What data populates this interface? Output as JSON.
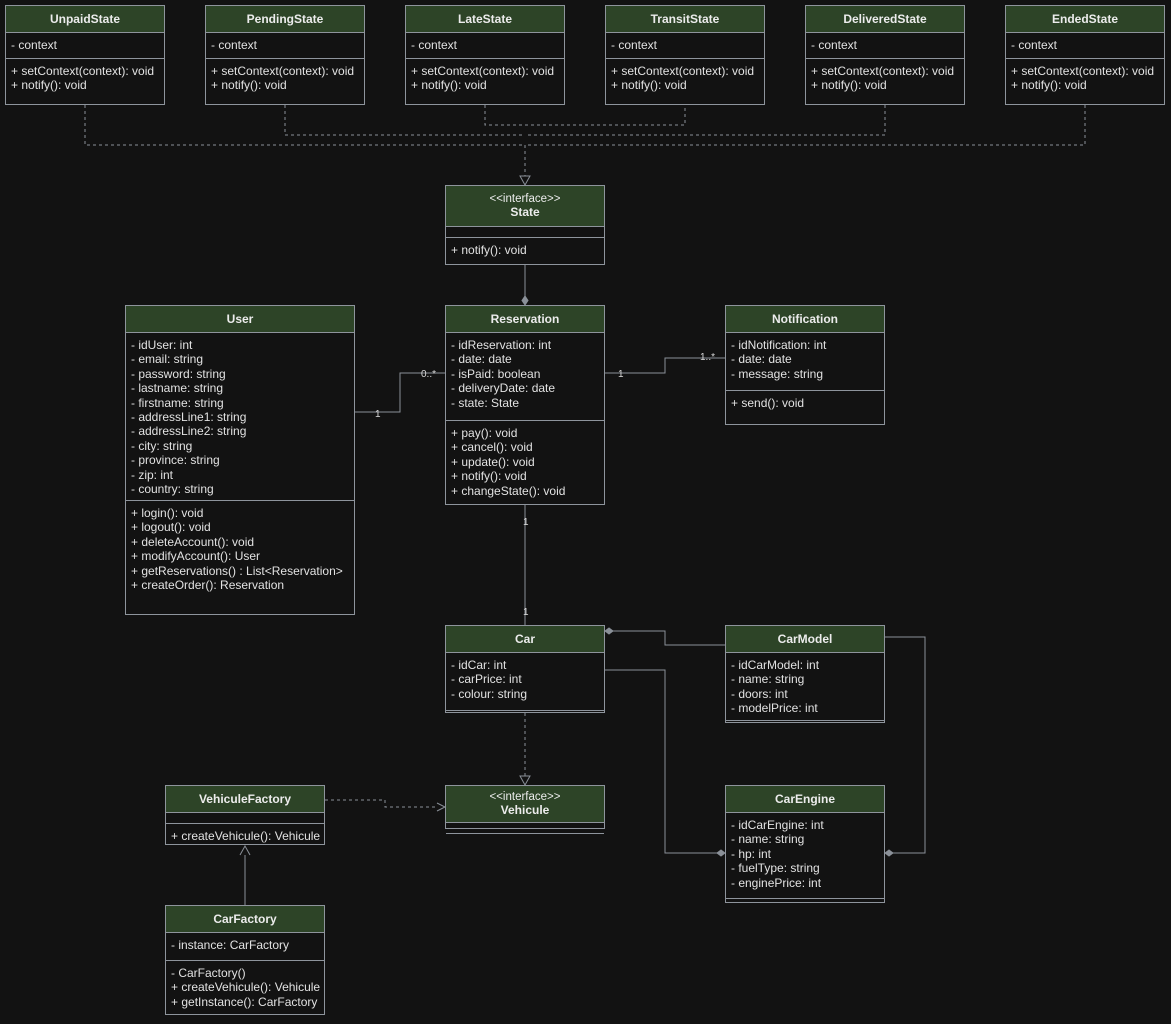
{
  "classes": {
    "unpaid": {
      "name": "UnpaidState",
      "attributes": [
        "- context"
      ],
      "methods": [
        "+ setContext(context): void",
        "+ notify(): void"
      ]
    },
    "pending": {
      "name": "PendingState",
      "attributes": [
        "- context"
      ],
      "methods": [
        "+ setContext(context): void",
        "+ notify(): void"
      ]
    },
    "late": {
      "name": "LateState",
      "attributes": [
        "- context"
      ],
      "methods": [
        "+ setContext(context): void",
        "+ notify(): void"
      ]
    },
    "transit": {
      "name": "TransitState",
      "attributes": [
        "- context"
      ],
      "methods": [
        "+ setContext(context): void",
        "+ notify(): void"
      ]
    },
    "delivered": {
      "name": "DeliveredState",
      "attributes": [
        "- context"
      ],
      "methods": [
        "+ setContext(context): void",
        "+ notify(): void"
      ]
    },
    "ended": {
      "name": "EndedState",
      "attributes": [
        "- context"
      ],
      "methods": [
        "+ setContext(context): void",
        "+ notify(): void"
      ]
    },
    "state": {
      "stereotype": "<<interface>>",
      "name": "State",
      "attributes": [],
      "methods": [
        "+ notify(): void"
      ]
    },
    "user": {
      "name": "User",
      "attributes": [
        "- idUser: int",
        "- email: string",
        "- password: string",
        "- lastname: string",
        "- firstname: string",
        "- addressLine1: string",
        "- addressLine2: string",
        "- city: string",
        "- province: string",
        "- zip: int",
        "- country: string"
      ],
      "methods": [
        "+ login(): void",
        "+ logout(): void",
        "+ deleteAccount(): void",
        "+ modifyAccount(): User",
        "+ getReservations() : List<Reservation>",
        "+ createOrder(): Reservation"
      ]
    },
    "reservation": {
      "name": "Reservation",
      "attributes": [
        "- idReservation: int",
        "- date: date",
        "- isPaid: boolean",
        "- deliveryDate: date",
        "- state: State"
      ],
      "methods": [
        "+ pay(): void",
        "+ cancel(): void",
        "+ update(): void",
        "+ notify(): void",
        "+ changeState(): void"
      ]
    },
    "notification": {
      "name": "Notification",
      "attributes": [
        "- idNotification: int",
        "- date: date",
        "- message: string"
      ],
      "methods": [
        "+ send(): void"
      ]
    },
    "car": {
      "name": "Car",
      "attributes": [
        "- idCar: int",
        "- carPrice: int",
        "- colour: string"
      ],
      "methods": []
    },
    "carmodel": {
      "name": "CarModel",
      "attributes": [
        "- idCarModel: int",
        "- name: string",
        "- doors: int",
        "- modelPrice: int"
      ],
      "methods": []
    },
    "vehicule": {
      "stereotype": "<<interface>>",
      "name": "Vehicule",
      "attributes": [],
      "methods": []
    },
    "vehiculefactory": {
      "name": "VehiculeFactory",
      "attributes": [],
      "methods": [
        "+ createVehicule(): Vehicule"
      ]
    },
    "carengine": {
      "name": "CarEngine",
      "attributes": [
        "- idCarEngine: int",
        "- name: string",
        "- hp: int",
        "- fuelType: string",
        "- enginePrice: int"
      ],
      "methods": []
    },
    "carfactory": {
      "name": "CarFactory",
      "attributes": [
        "- instance: CarFactory"
      ],
      "methods": [
        "- CarFactory()",
        "+ createVehicule(): Vehicule",
        "+ getInstance(): CarFactory"
      ]
    }
  },
  "multiplicities": {
    "user_res_user": "1",
    "user_res_res": "0..*",
    "res_notif_res": "1",
    "res_notif_notif": "1..*",
    "res_car_res": "1",
    "res_car_car": "1"
  },
  "colors": {
    "header": "#2d4427",
    "border": "#8e949c",
    "background": "#121212",
    "text": "#e2e2e2"
  }
}
